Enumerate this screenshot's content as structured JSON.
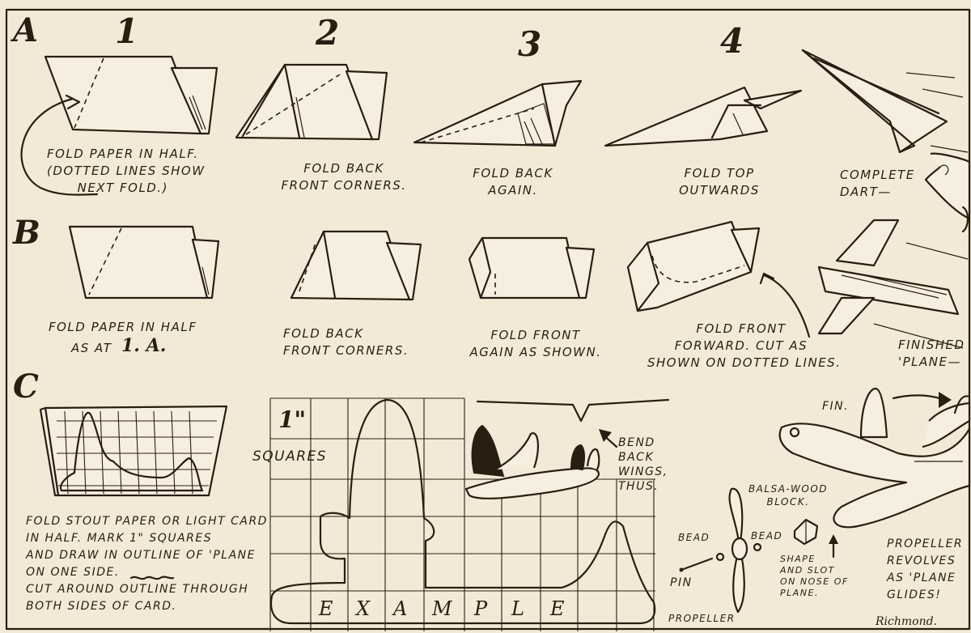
{
  "sections": {
    "a": "A",
    "b": "B",
    "c": "C"
  },
  "steps": [
    "1",
    "2",
    "3",
    "4"
  ],
  "row_a": {
    "step1": "FOLD PAPER IN HALF.\n(DOTTED LINES SHOW\n      NEXT FOLD.)",
    "step2": "FOLD BACK\nFRONT CORNERS.",
    "step3": "FOLD BACK\nAGAIN.",
    "step4": "FOLD TOP\nOUTWARDS",
    "dart": "COMPLETE\nDART—"
  },
  "row_b": {
    "step1_line1": "FOLD PAPER IN HALF",
    "step1_line2": "AS AT",
    "step1_ref": "1. A.",
    "step2": "FOLD BACK\nFRONT CORNERS.",
    "step3": "FOLD FRONT\nAGAIN AS SHOWN.",
    "step4": "FOLD FRONT\nFORWARD. CUT AS\nSHOWN ON DOTTED LINES.",
    "finished": "FINISHED\n'PLANE—"
  },
  "row_c": {
    "instructions": "FOLD STOUT PAPER OR LIGHT CARD\nIN HALF. MARK 1\" SQUARES\nAND DRAW IN OUTLINE OF 'PLANE\nON ONE SIDE.\nCUT AROUND OUTLINE THROUGH\nBOTH SIDES OF CARD.",
    "squares_size": "1\"",
    "squares_word": "SQUARES",
    "example_letters": [
      "E",
      "X",
      "A",
      "M",
      "P",
      "L",
      "E"
    ],
    "bend": "BEND\nBACK\nWINGS,\nTHUS.",
    "fin": "FIN.",
    "balsa": "BALSA-WOOD\nBLOCK.",
    "bead_left": "BEAD",
    "bead_right": "BEAD",
    "shape": "SHAPE\nAND SLOT\nON NOSE OF\nPLANE.",
    "pin": "PIN",
    "propeller": "PROPELLER",
    "revolves": "PROPELLER\nREVOLVES\nAS 'PLANE\nGLIDES!",
    "signature": "Richmond."
  }
}
